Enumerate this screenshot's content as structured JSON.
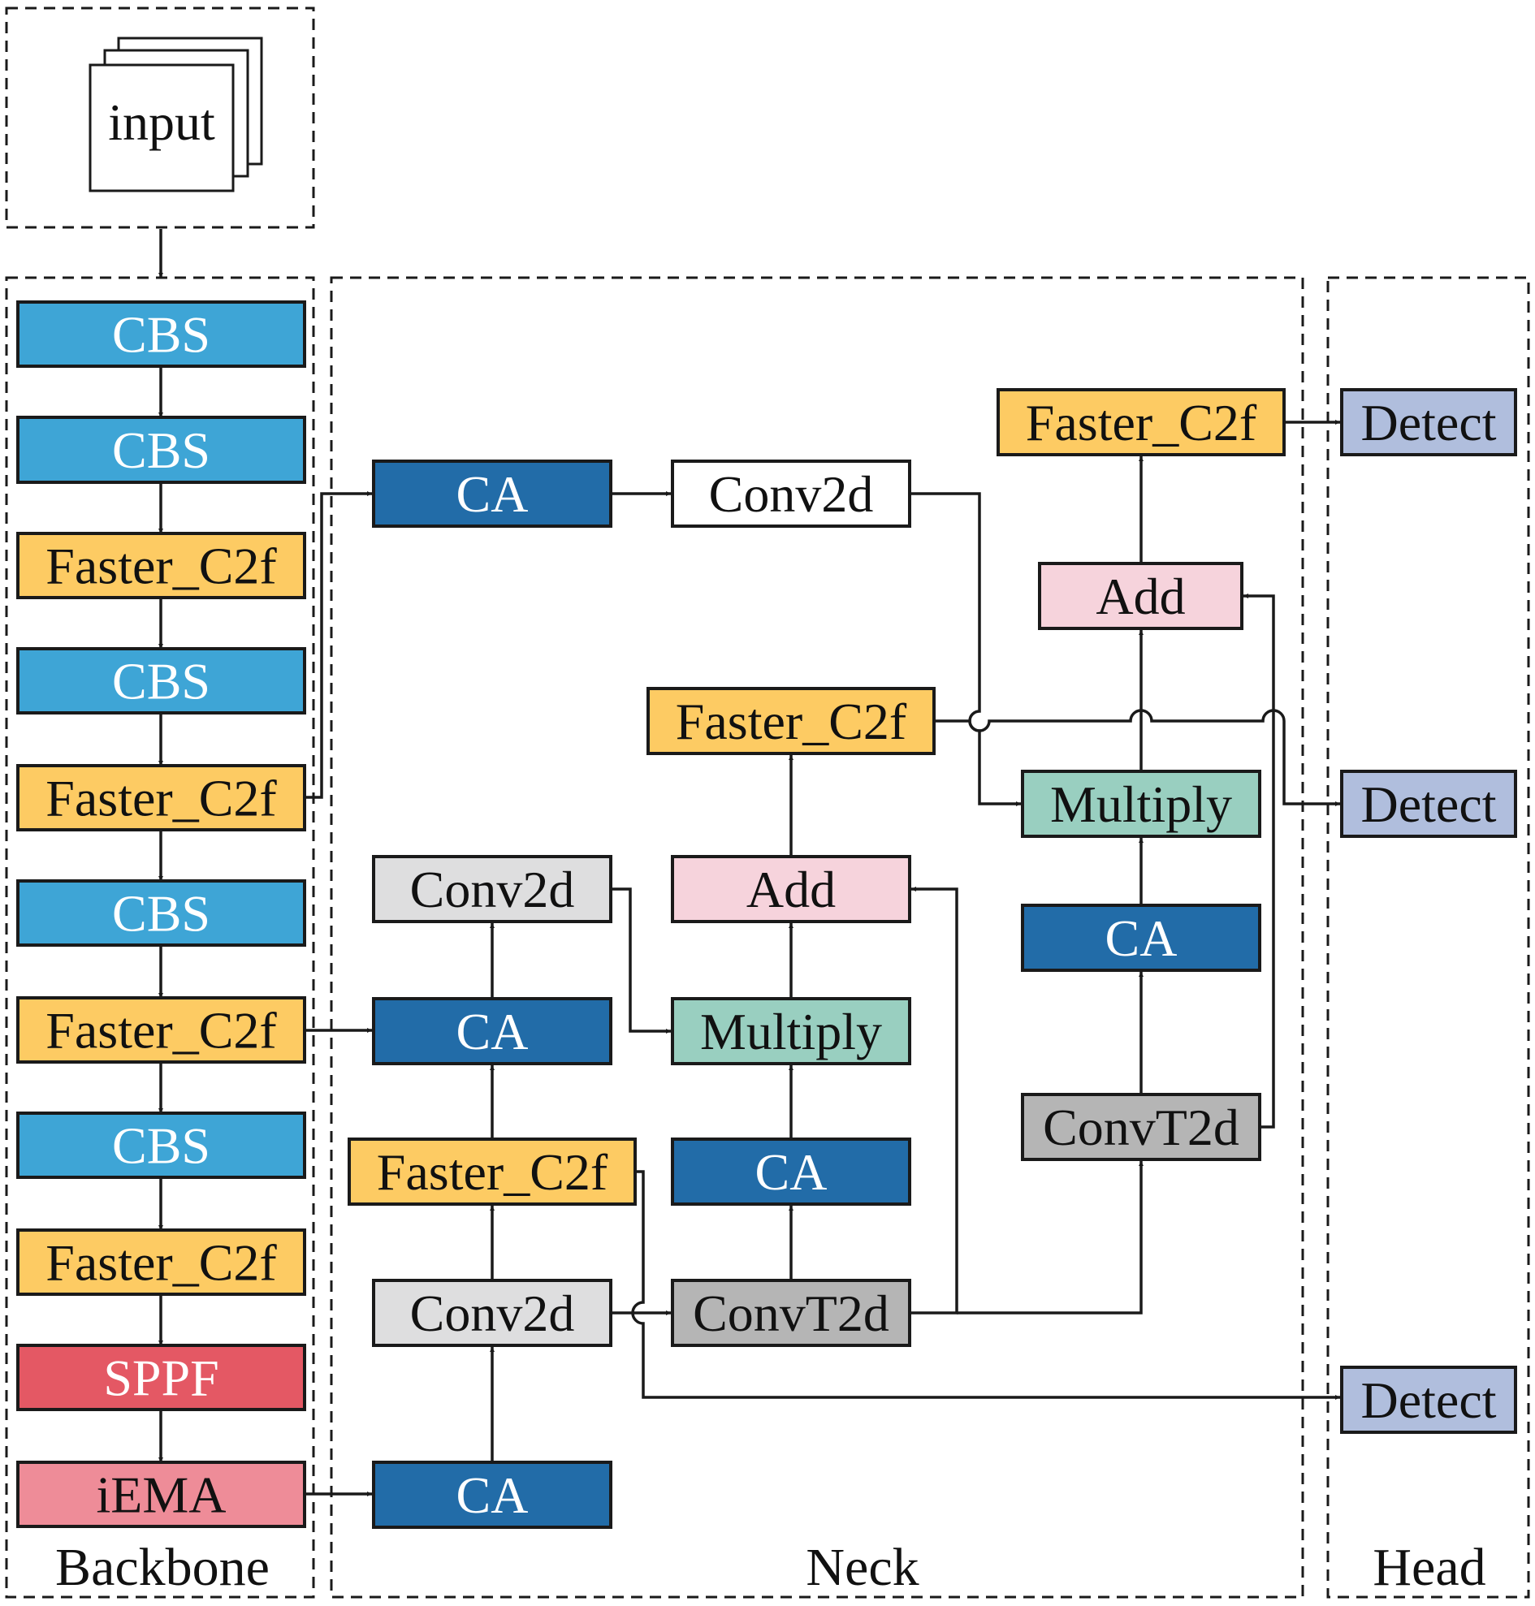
{
  "colors": {
    "cbs": "#3ea5d6",
    "faster_c2f": "#fdcb63",
    "ca": "#226ca8",
    "conv2d_white": "#ffffff",
    "conv2d_light": "#dededf",
    "convt2d": "#b5b5b5",
    "add": "#f6d3dc",
    "multiply": "#99cfc0",
    "sppf": "#e45864",
    "iema": "#ee8c98",
    "detect": "#b0bedd",
    "stroke": "#1a1a1a"
  },
  "input": {
    "label": "input"
  },
  "sections": {
    "backbone": "Backbone",
    "neck": "Neck",
    "head": "Head"
  },
  "nodes": [
    {
      "id": "bb_cbs1",
      "label": "CBS",
      "kind": "cbs",
      "section": "backbone"
    },
    {
      "id": "bb_cbs2",
      "label": "CBS",
      "kind": "cbs",
      "section": "backbone"
    },
    {
      "id": "bb_fc1",
      "label": "Faster_C2f",
      "kind": "faster_c2f",
      "section": "backbone"
    },
    {
      "id": "bb_cbs3",
      "label": "CBS",
      "kind": "cbs",
      "section": "backbone"
    },
    {
      "id": "bb_fc2",
      "label": "Faster_C2f",
      "kind": "faster_c2f",
      "section": "backbone"
    },
    {
      "id": "bb_cbs4",
      "label": "CBS",
      "kind": "cbs",
      "section": "backbone"
    },
    {
      "id": "bb_fc3",
      "label": "Faster_C2f",
      "kind": "faster_c2f",
      "section": "backbone"
    },
    {
      "id": "bb_cbs5",
      "label": "CBS",
      "kind": "cbs",
      "section": "backbone"
    },
    {
      "id": "bb_fc4",
      "label": "Faster_C2f",
      "kind": "faster_c2f",
      "section": "backbone"
    },
    {
      "id": "bb_sppf",
      "label": "SPPF",
      "kind": "sppf",
      "section": "backbone"
    },
    {
      "id": "bb_iema",
      "label": "iEMA",
      "kind": "iema",
      "section": "backbone"
    },
    {
      "id": "nk_ca_top",
      "label": "CA",
      "kind": "ca",
      "section": "neck"
    },
    {
      "id": "nk_conv_top",
      "label": "Conv2d",
      "kind": "conv2d_white",
      "section": "neck"
    },
    {
      "id": "nk_conv_mid",
      "label": "Conv2d",
      "kind": "conv2d_light",
      "section": "neck"
    },
    {
      "id": "nk_ca_mid",
      "label": "CA",
      "kind": "ca",
      "section": "neck"
    },
    {
      "id": "nk_fc_low",
      "label": "Faster_C2f",
      "kind": "faster_c2f",
      "section": "neck"
    },
    {
      "id": "nk_conv_low",
      "label": "Conv2d",
      "kind": "conv2d_light",
      "section": "neck"
    },
    {
      "id": "nk_ca_bottom",
      "label": "CA",
      "kind": "ca",
      "section": "neck"
    },
    {
      "id": "nk_fc_mid",
      "label": "Faster_C2f",
      "kind": "faster_c2f",
      "section": "neck"
    },
    {
      "id": "nk_add_mid",
      "label": "Add",
      "kind": "add",
      "section": "neck"
    },
    {
      "id": "nk_mul_mid",
      "label": "Multiply",
      "kind": "multiply",
      "section": "neck"
    },
    {
      "id": "nk_ca_c2",
      "label": "CA",
      "kind": "ca",
      "section": "neck"
    },
    {
      "id": "nk_convt_mid",
      "label": "ConvT2d",
      "kind": "convt2d",
      "section": "neck"
    },
    {
      "id": "nk_fc_top",
      "label": "Faster_C2f",
      "kind": "faster_c2f",
      "section": "neck"
    },
    {
      "id": "nk_add_top",
      "label": "Add",
      "kind": "add",
      "section": "neck"
    },
    {
      "id": "nk_mul_top",
      "label": "Multiply",
      "kind": "multiply",
      "section": "neck"
    },
    {
      "id": "nk_ca_c3",
      "label": "CA",
      "kind": "ca",
      "section": "neck"
    },
    {
      "id": "nk_convt_top",
      "label": "ConvT2d",
      "kind": "convt2d",
      "section": "neck"
    },
    {
      "id": "hd_detect1",
      "label": "Detect",
      "kind": "detect",
      "section": "head"
    },
    {
      "id": "hd_detect2",
      "label": "Detect",
      "kind": "detect",
      "section": "head"
    },
    {
      "id": "hd_detect3",
      "label": "Detect",
      "kind": "detect",
      "section": "head"
    }
  ],
  "edges": [
    [
      "input",
      "bb_cbs1"
    ],
    [
      "bb_cbs1",
      "bb_cbs2"
    ],
    [
      "bb_cbs2",
      "bb_fc1"
    ],
    [
      "bb_fc1",
      "bb_cbs3"
    ],
    [
      "bb_cbs3",
      "bb_fc2"
    ],
    [
      "bb_fc2",
      "bb_cbs4"
    ],
    [
      "bb_cbs4",
      "bb_fc3"
    ],
    [
      "bb_fc3",
      "bb_cbs5"
    ],
    [
      "bb_cbs5",
      "bb_fc4"
    ],
    [
      "bb_fc4",
      "bb_sppf"
    ],
    [
      "bb_sppf",
      "bb_iema"
    ],
    [
      "bb_fc2",
      "nk_ca_top"
    ],
    [
      "nk_ca_top",
      "nk_conv_top"
    ],
    [
      "nk_conv_top",
      "nk_mul_top"
    ],
    [
      "bb_fc3",
      "nk_ca_mid"
    ],
    [
      "nk_ca_mid",
      "nk_conv_mid"
    ],
    [
      "nk_conv_mid",
      "nk_mul_mid"
    ],
    [
      "bb_iema",
      "nk_ca_bottom"
    ],
    [
      "nk_ca_bottom",
      "nk_conv_low"
    ],
    [
      "nk_conv_low",
      "nk_fc_low"
    ],
    [
      "nk_fc_low",
      "nk_ca_mid"
    ],
    [
      "nk_conv_low",
      "nk_convt_mid"
    ],
    [
      "nk_convt_mid",
      "nk_ca_c2"
    ],
    [
      "nk_ca_c2",
      "nk_mul_mid"
    ],
    [
      "nk_mul_mid",
      "nk_add_mid"
    ],
    [
      "nk_convt_mid",
      "nk_add_mid"
    ],
    [
      "nk_add_mid",
      "nk_fc_mid"
    ],
    [
      "nk_convt_mid",
      "nk_convt_top"
    ],
    [
      "nk_convt_top",
      "nk_ca_c3"
    ],
    [
      "nk_ca_c3",
      "nk_mul_top"
    ],
    [
      "nk_mul_top",
      "nk_add_top"
    ],
    [
      "nk_convt_top",
      "nk_add_top"
    ],
    [
      "nk_add_top",
      "nk_fc_top"
    ],
    [
      "nk_fc_top",
      "hd_detect1"
    ],
    [
      "nk_fc_mid",
      "hd_detect2"
    ],
    [
      "nk_fc_low",
      "hd_detect3"
    ]
  ]
}
